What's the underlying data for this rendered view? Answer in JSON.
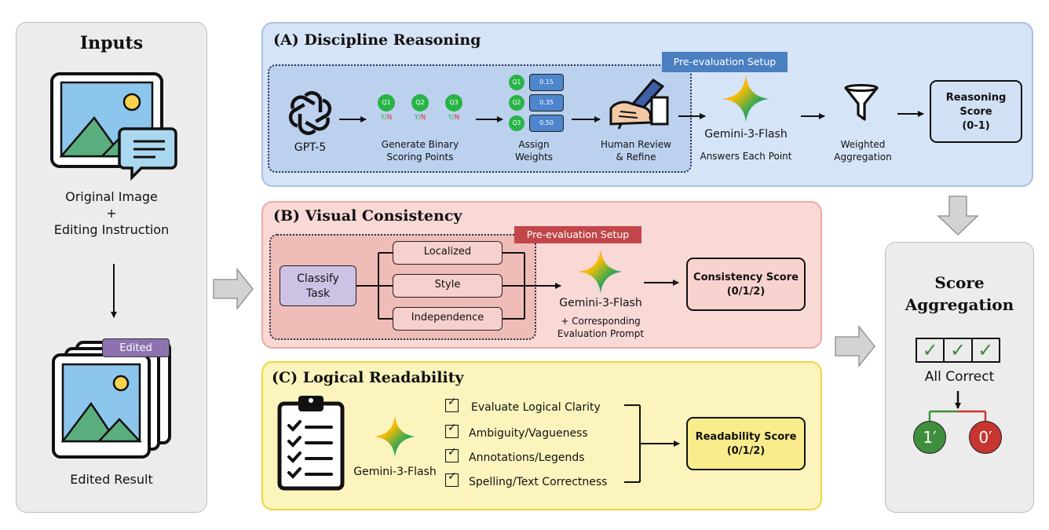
{
  "inputs": {
    "title": "Inputs",
    "original_label_line1": "Original Image",
    "original_label_plus": "+",
    "original_label_line2": "Editing Instruction",
    "edited_badge": "Edited",
    "edited_label": "Edited Result"
  },
  "panel_a": {
    "title": "(A) Discipline Reasoning",
    "setup_tag": "Pre-evaluation Setup",
    "gpt_label": "GPT-5",
    "points": [
      {
        "q": "Q1",
        "yn_y": "Y/",
        "yn_n": "N"
      },
      {
        "q": "Q2",
        "yn_y": "Y/",
        "yn_n": "N"
      },
      {
        "q": "Q3",
        "yn_y": "Y/",
        "yn_n": "N"
      }
    ],
    "generate_line1": "Generate Binary",
    "generate_line2": "Scoring Points",
    "weights": [
      {
        "q": "Q1",
        "w": "0.15"
      },
      {
        "q": "Q2",
        "w": "0.35"
      },
      {
        "q": "Q3",
        "w": "0.50"
      }
    ],
    "assign_line1": "Assign",
    "assign_line2": "Weights",
    "human_line1": "Human Review",
    "human_line2": "& Refine",
    "gemini_label": "Gemini-3-Flash",
    "gemini_sub": "Answers Each Point",
    "agg_line1": "Weighted",
    "agg_line2": "Aggregation",
    "score_line1": "Reasoning",
    "score_line2": "Score",
    "score_line3": "(0-1)"
  },
  "panel_b": {
    "title": "(B) Visual Consistency",
    "setup_tag": "Pre-evaluation Setup",
    "classify_line1": "Classify",
    "classify_line2": "Task",
    "categories": [
      "Localized",
      "Style",
      "Independence"
    ],
    "gemini_label": "Gemini-3-Flash",
    "gemini_sub1": "+ Corresponding",
    "gemini_sub2": "Evaluation Prompt",
    "score_line1": "Consistency Score",
    "score_line2": "(0/1/2)"
  },
  "panel_c": {
    "title": "(C) Logical Readability",
    "gemini_label": "Gemini-3-Flash",
    "checks": [
      "Evaluate Logical Clarity",
      "Ambiguity/Vagueness",
      "Annotations/Legends",
      "Spelling/Text Correctness"
    ],
    "score_line1": "Readability Score",
    "score_line2": "(0/1/2)"
  },
  "aggregation": {
    "title_line1": "Score",
    "title_line2": "Aggregation",
    "all_correct": "All Correct",
    "one": "1′",
    "zero": "0′"
  },
  "colors": {
    "panel_a_bg": "#d6e4f7",
    "panel_a_border": "#a8c0e4",
    "panel_b_bg": "#f9d9d6",
    "panel_b_border": "#ecaaa3",
    "panel_c_bg": "#fbf4bd",
    "panel_c_border": "#efd73a",
    "inputs_bg": "#ececec",
    "setup_tag_a": "#4a7fc0",
    "setup_tag_b": "#c2474a",
    "edited_badge": "#8c73b0",
    "classify_node": "#cdc2e4",
    "check_green": "#3f8a3a",
    "one_circle": "#3e8e3e",
    "zero_circle": "#c73530"
  }
}
